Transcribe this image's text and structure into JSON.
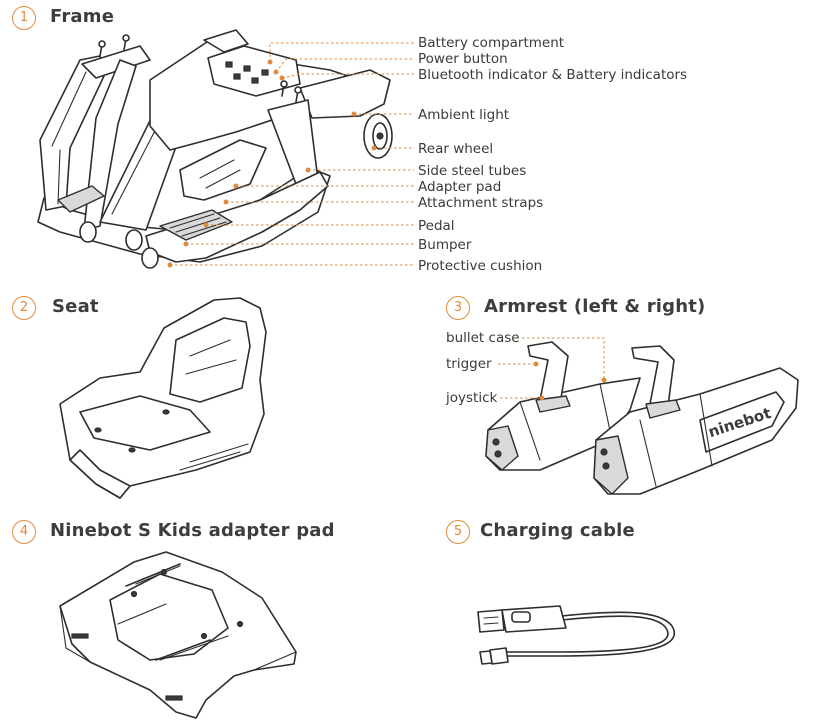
{
  "sections": [
    {
      "number": "1",
      "title": "Frame"
    },
    {
      "number": "2",
      "title": "Seat"
    },
    {
      "number": "3",
      "title": "Armrest (left & right)"
    },
    {
      "number": "4",
      "title": "Ninebot S Kids adapter pad"
    },
    {
      "number": "5",
      "title": "Charging cable"
    }
  ],
  "frame_labels": [
    "Battery compartment",
    "Power button",
    "Bluetooth indicator & Battery indicators",
    "Ambient light",
    "Rear wheel",
    "Side steel tubes",
    "Adapter pad",
    "Attachment straps",
    "Pedal",
    "Bumper",
    "Protective cushion"
  ],
  "armrest_labels": [
    "bullet case",
    "trigger",
    "joystick"
  ],
  "armrest_brand": "ninebot",
  "colors": {
    "accent": "#e08a3c",
    "ink": "#2e2e2e",
    "text": "#3a3a3a"
  }
}
